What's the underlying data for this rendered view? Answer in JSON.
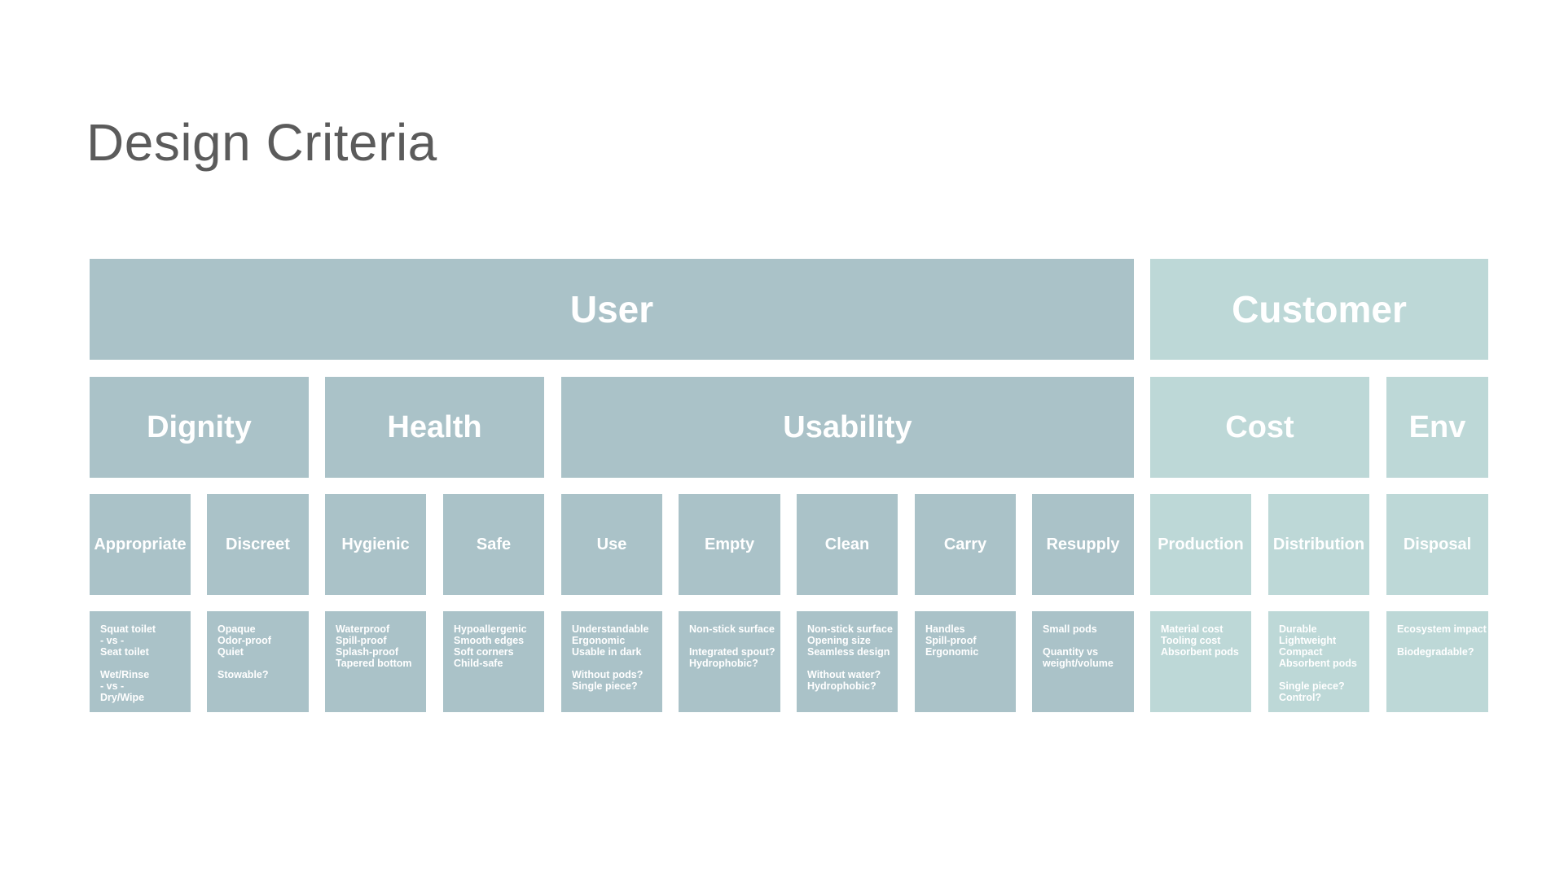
{
  "title": "Design Criteria",
  "colors": {
    "user": "#aac2c8",
    "customer": "#bdd8d7",
    "title": "#5b5b5b"
  },
  "groups": {
    "user": "User",
    "customer": "Customer"
  },
  "categories": {
    "dignity": "Dignity",
    "health": "Health",
    "usability": "Usability",
    "cost": "Cost",
    "env": "Env"
  },
  "criteria": {
    "appropriate": {
      "label": "Appropriate",
      "notes": "Squat toilet\n- vs -\nSeat toilet\n\nWet/Rinse\n- vs -\nDry/Wipe"
    },
    "discreet": {
      "label": "Discreet",
      "notes": "Opaque\nOdor-proof\nQuiet\n\nStowable?"
    },
    "hygienic": {
      "label": "Hygienic",
      "notes": "Waterproof\nSpill-proof\nSplash-proof\nTapered bottom"
    },
    "safe": {
      "label": "Safe",
      "notes": "Hypoallergenic\nSmooth edges\nSoft corners\nChild-safe"
    },
    "use": {
      "label": "Use",
      "notes": "Understandable\nErgonomic\nUsable in dark\n\nWithout pods?\nSingle piece?"
    },
    "empty": {
      "label": "Empty",
      "notes": "Non-stick surface\n\nIntegrated spout?\nHydrophobic?"
    },
    "clean": {
      "label": "Clean",
      "notes": "Non-stick surface\nOpening size\nSeamless design\n\nWithout water?\nHydrophobic?"
    },
    "carry": {
      "label": "Carry",
      "notes": "Handles\nSpill-proof\nErgonomic"
    },
    "resupply": {
      "label": "Resupply",
      "notes": "Small pods\n\nQuantity vs\nweight/volume"
    },
    "production": {
      "label": "Production",
      "notes": "Material cost\nTooling cost\nAbsorbent pods"
    },
    "distribution": {
      "label": "Distribution",
      "notes": "Durable\nLightweight\nCompact\nAbsorbent pods\n\nSingle piece?\nControl?"
    },
    "disposal": {
      "label": "Disposal",
      "notes": "Ecosystem impact\n\nBiodegradable?"
    }
  }
}
